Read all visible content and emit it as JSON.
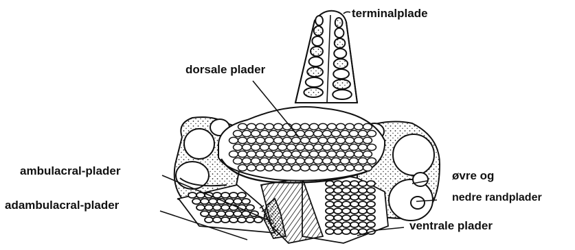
{
  "labels": {
    "terminalplade": "terminalplade",
    "dorsale_plader": "dorsale plader",
    "ambulacral_plader": "ambulacral-plader",
    "adambulacral_plader": "adambulacral-plader",
    "ovre_og": "øvre og",
    "nedre_randplader": "nedre randplader",
    "ventrale_plader": "ventrale plader"
  },
  "colors": {
    "ink": "#111111",
    "background": "#ffffff"
  }
}
